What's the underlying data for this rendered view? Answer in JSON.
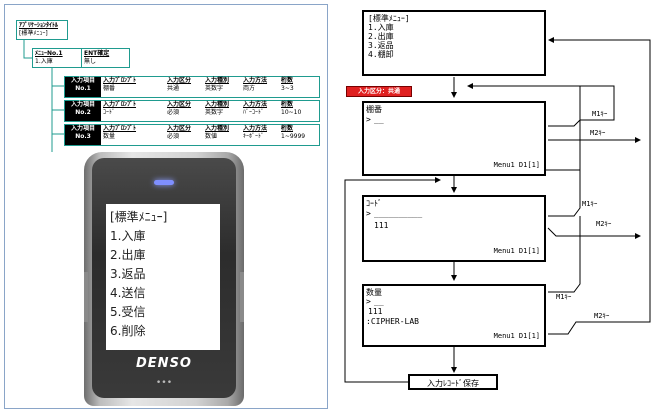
{
  "left_panel": {
    "app_title_label": "ｱﾌﾟﾘｹｰｼｮﾝﾀｲﾄﾙ",
    "app_title_value": "[標準ﾒﾆｭｰ]",
    "menu_no_label": "ﾒﾆｭｰNo.1",
    "menu_no_value": "1.入庫",
    "ent_label": "ENT確定",
    "ent_value": "無し",
    "headers": {
      "prompt": "入力ﾌﾟﾛﾝﾌﾟﾄ",
      "kubun": "入力区分",
      "shubetsu": "入力種別",
      "houhou": "入力方法",
      "keta": "桁数"
    },
    "items": [
      {
        "no_label": "入力項目",
        "no": "No.1",
        "prompt": "棚番",
        "kubun": "共通",
        "shubetsu": "英数字",
        "houhou": "両方",
        "keta": "3~3"
      },
      {
        "no_label": "入力項目",
        "no": "No.2",
        "prompt": "ｺｰﾄﾞ",
        "kubun": "必須",
        "shubetsu": "英数字",
        "houhou": "ﾊﾞｰｺｰﾄﾞ",
        "keta": "10~10"
      },
      {
        "no_label": "入力項目",
        "no": "No.3",
        "prompt": "数量",
        "kubun": "必須",
        "shubetsu": "数値",
        "houhou": "ｷｰﾎﾞｰﾄﾞ",
        "keta": "1~9999"
      }
    ]
  },
  "device": {
    "title": "[標準ﾒﾆｭｰ]",
    "menu": [
      "1.入庫",
      "2.出庫",
      "3.返品",
      "4.送信",
      "5.受信",
      "6.削除"
    ],
    "brand": "DENSO",
    "dots": "•••"
  },
  "flow": {
    "menu_box": [
      "[標準ﾒﾆｭｰ]",
      "1.入庫",
      "2.出庫",
      "3.返品",
      "4.棚卸"
    ],
    "kubun_tag": "入力区分：共通",
    "screen1": {
      "label": "棚番",
      "cursor": ">",
      "line": "__",
      "status": "Menu1 D1[1]"
    },
    "screen2": {
      "label": "ｺｰﾄﾞ",
      "cursor": ">",
      "line": "__________",
      "value": "111",
      "status": "Menu1 D1[1]"
    },
    "screen3": {
      "label": "数量",
      "cursor": ">",
      "line": "__",
      "value1": "111",
      "value2": ":CIPHER-LAB",
      "status": "Menu1 D1[1]"
    },
    "save_box": "入力ﾚｺｰﾄﾞ保存",
    "keys": {
      "m1": "M1ｷｰ",
      "m2": "M2ｷｰ"
    }
  }
}
